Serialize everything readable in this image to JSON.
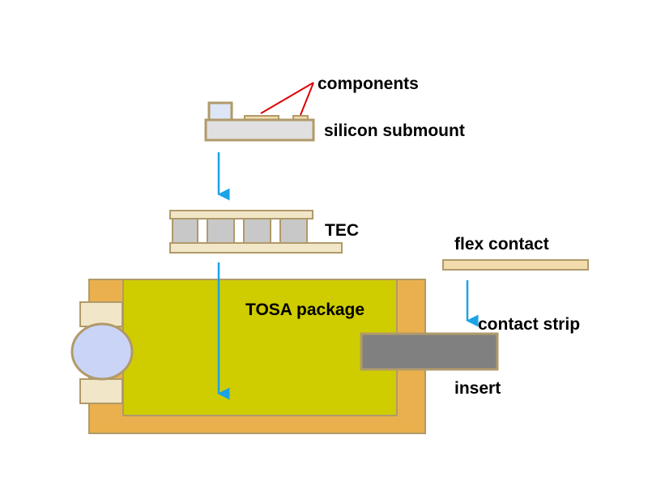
{
  "labels": {
    "components": "components",
    "silicon_submount": "silicon submount",
    "tec": "TEC",
    "flex_contact": "flex contact",
    "tosa_package": "TOSA package",
    "contact_strip": "contact strip",
    "insert": "insert"
  },
  "colors": {
    "outline": "#b09a6a",
    "submount": "#e0e0e0",
    "component_pad": "#f2dcae",
    "tec_plate": "#f2e6c8",
    "tec_pellet": "#c8c8c8",
    "package_frame": "#eab04e",
    "package_body": "#cfcc00",
    "lens": "#c9d4f7",
    "insert": "#808080",
    "arrow": "#1aa3e6",
    "leader": "#e00000"
  }
}
